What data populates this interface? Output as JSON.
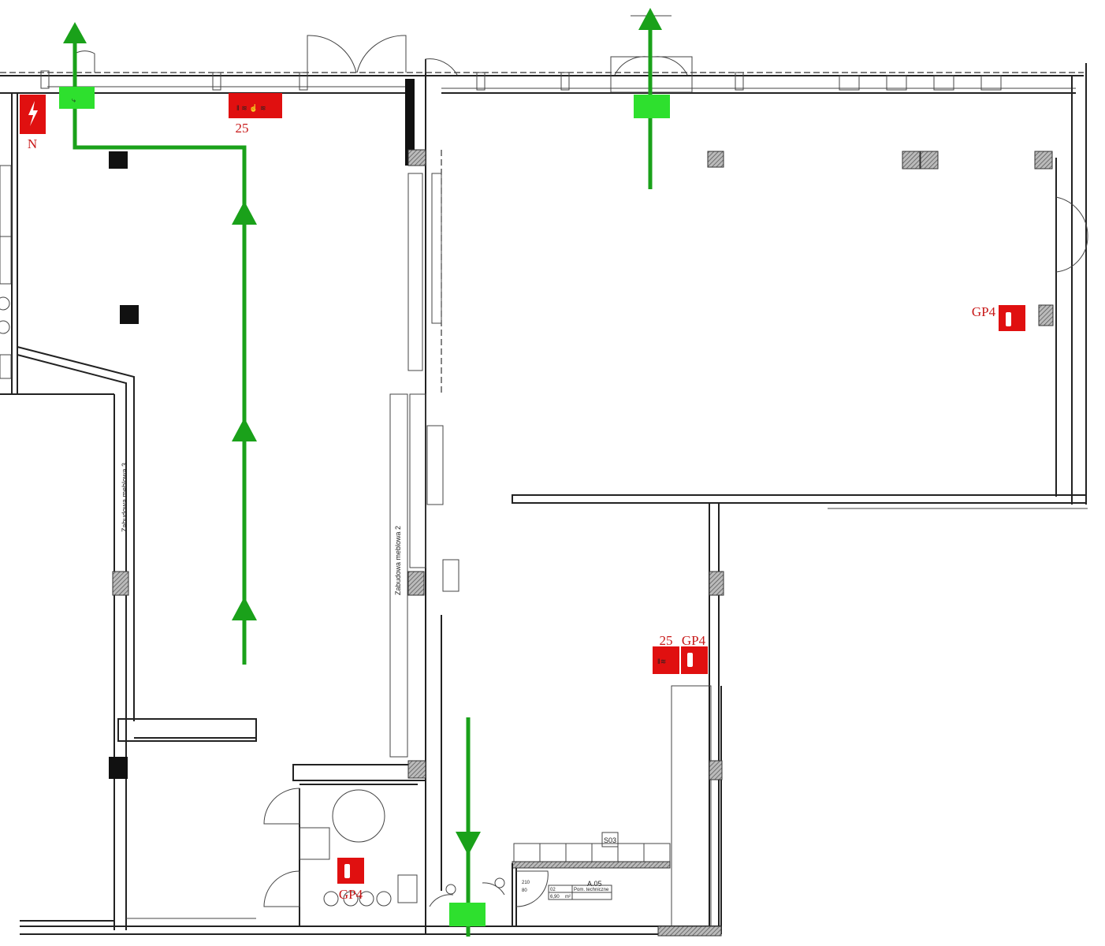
{
  "plan": {
    "signs": {
      "electrical_label": "N",
      "hydrant_top_label": "25",
      "extinguisher_right_label": "GP4",
      "hydrant_mid_label": "25",
      "extinguisher_mid_label": "GP4",
      "extinguisher_bottom_label": "GP4"
    },
    "furniture": {
      "left_label": "Zabudowa meblowa 3",
      "center_label": "Zabudowa meblowa 2"
    },
    "room": {
      "code": "A.05",
      "number": "02",
      "name": "Pom. techniczne",
      "area": "6,90",
      "area_unit": "m²",
      "door_height": "210",
      "door_width": "80",
      "cabinet_code": "S03"
    },
    "colors": {
      "escape_route": "#1aa11a",
      "exit_sign": "#2ee02e",
      "fire_sign": "#e01010"
    }
  }
}
